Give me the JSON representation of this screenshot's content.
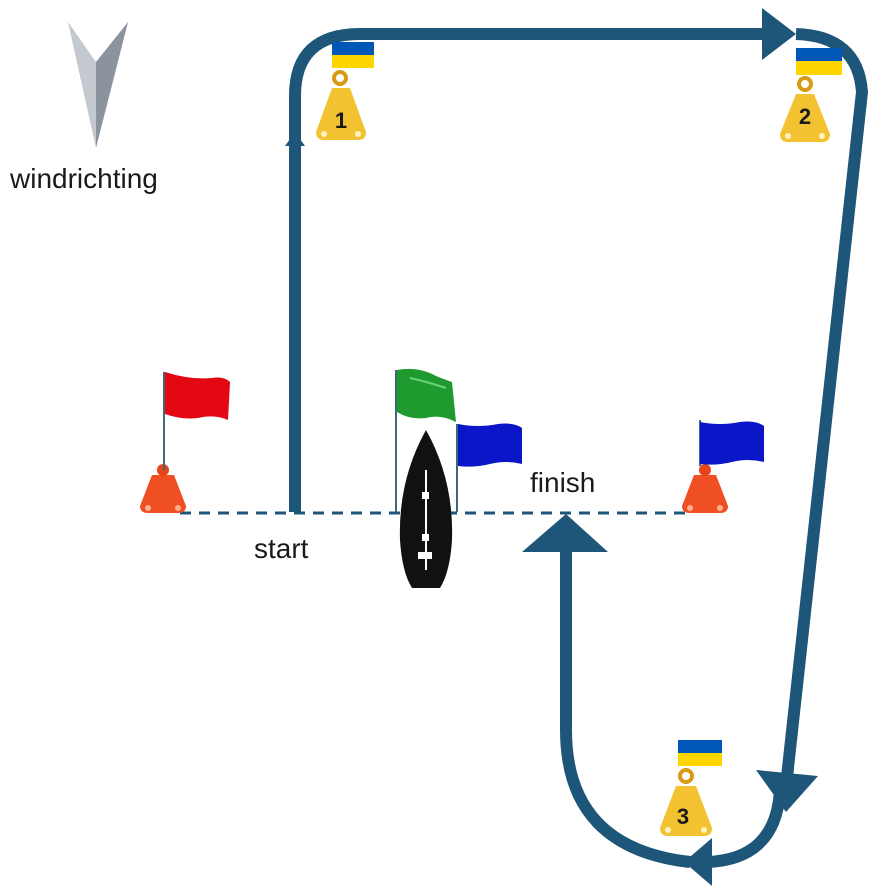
{
  "labels": {
    "wind": "windrichting",
    "start": "start",
    "finish": "finish"
  },
  "marks": [
    {
      "id": "mark-1",
      "number": "1"
    },
    {
      "id": "mark-2",
      "number": "2"
    },
    {
      "id": "mark-3",
      "number": "3"
    }
  ],
  "colors": {
    "course": "#1d5679",
    "mark_buoy": "#f2c230",
    "mark_buoy_dark": "#d79a12",
    "line_buoy": "#f04e23",
    "flag_red": "#e30613",
    "flag_green": "#1f9a2e",
    "flag_blue": "#0a16c8",
    "flag_ua_blue": "#0057b7",
    "flag_ua_yellow": "#ffd500",
    "boat": "#111111",
    "wind_arrow": "#9aa3ad"
  },
  "icons": [
    "wind-direction-arrow-icon",
    "buoy-icon",
    "flag-icon",
    "sailboat-icon"
  ]
}
